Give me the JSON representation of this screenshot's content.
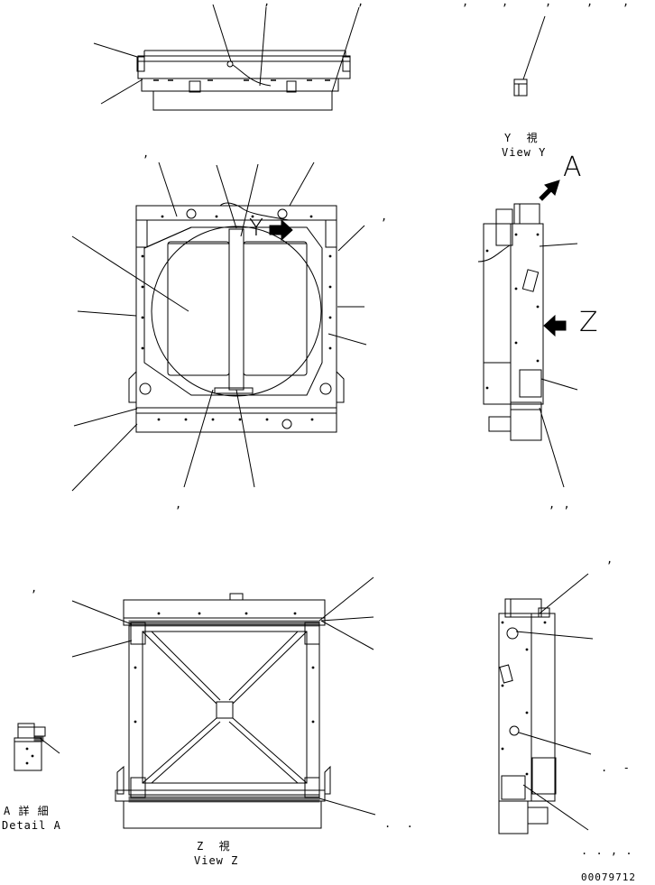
{
  "views": {
    "view_y": {
      "line1": "Y  視",
      "line2": "View Y"
    },
    "view_z": {
      "line1": "Z  視",
      "line2": "View Z"
    },
    "detail_a": {
      "line1": "A 詳 細",
      "line2": "Detail A"
    }
  },
  "markers": {
    "a": "A",
    "z": "Z",
    "y": "Y"
  },
  "drawing_number": "00079712",
  "commas": {
    "c1": ",",
    "c2": ",",
    "c3": ",",
    "c4": ",",
    "c5": ",",
    "c6": ",",
    "c7": ",",
    "c8": ",",
    "c9": ",",
    "c10": ",",
    "c11": ",",
    "c12": ",",
    "c13": ",",
    "c14": ", ,",
    "c15": ",",
    "c16": ".  -",
    "c17": ".  .",
    "c18": ". . , ."
  }
}
